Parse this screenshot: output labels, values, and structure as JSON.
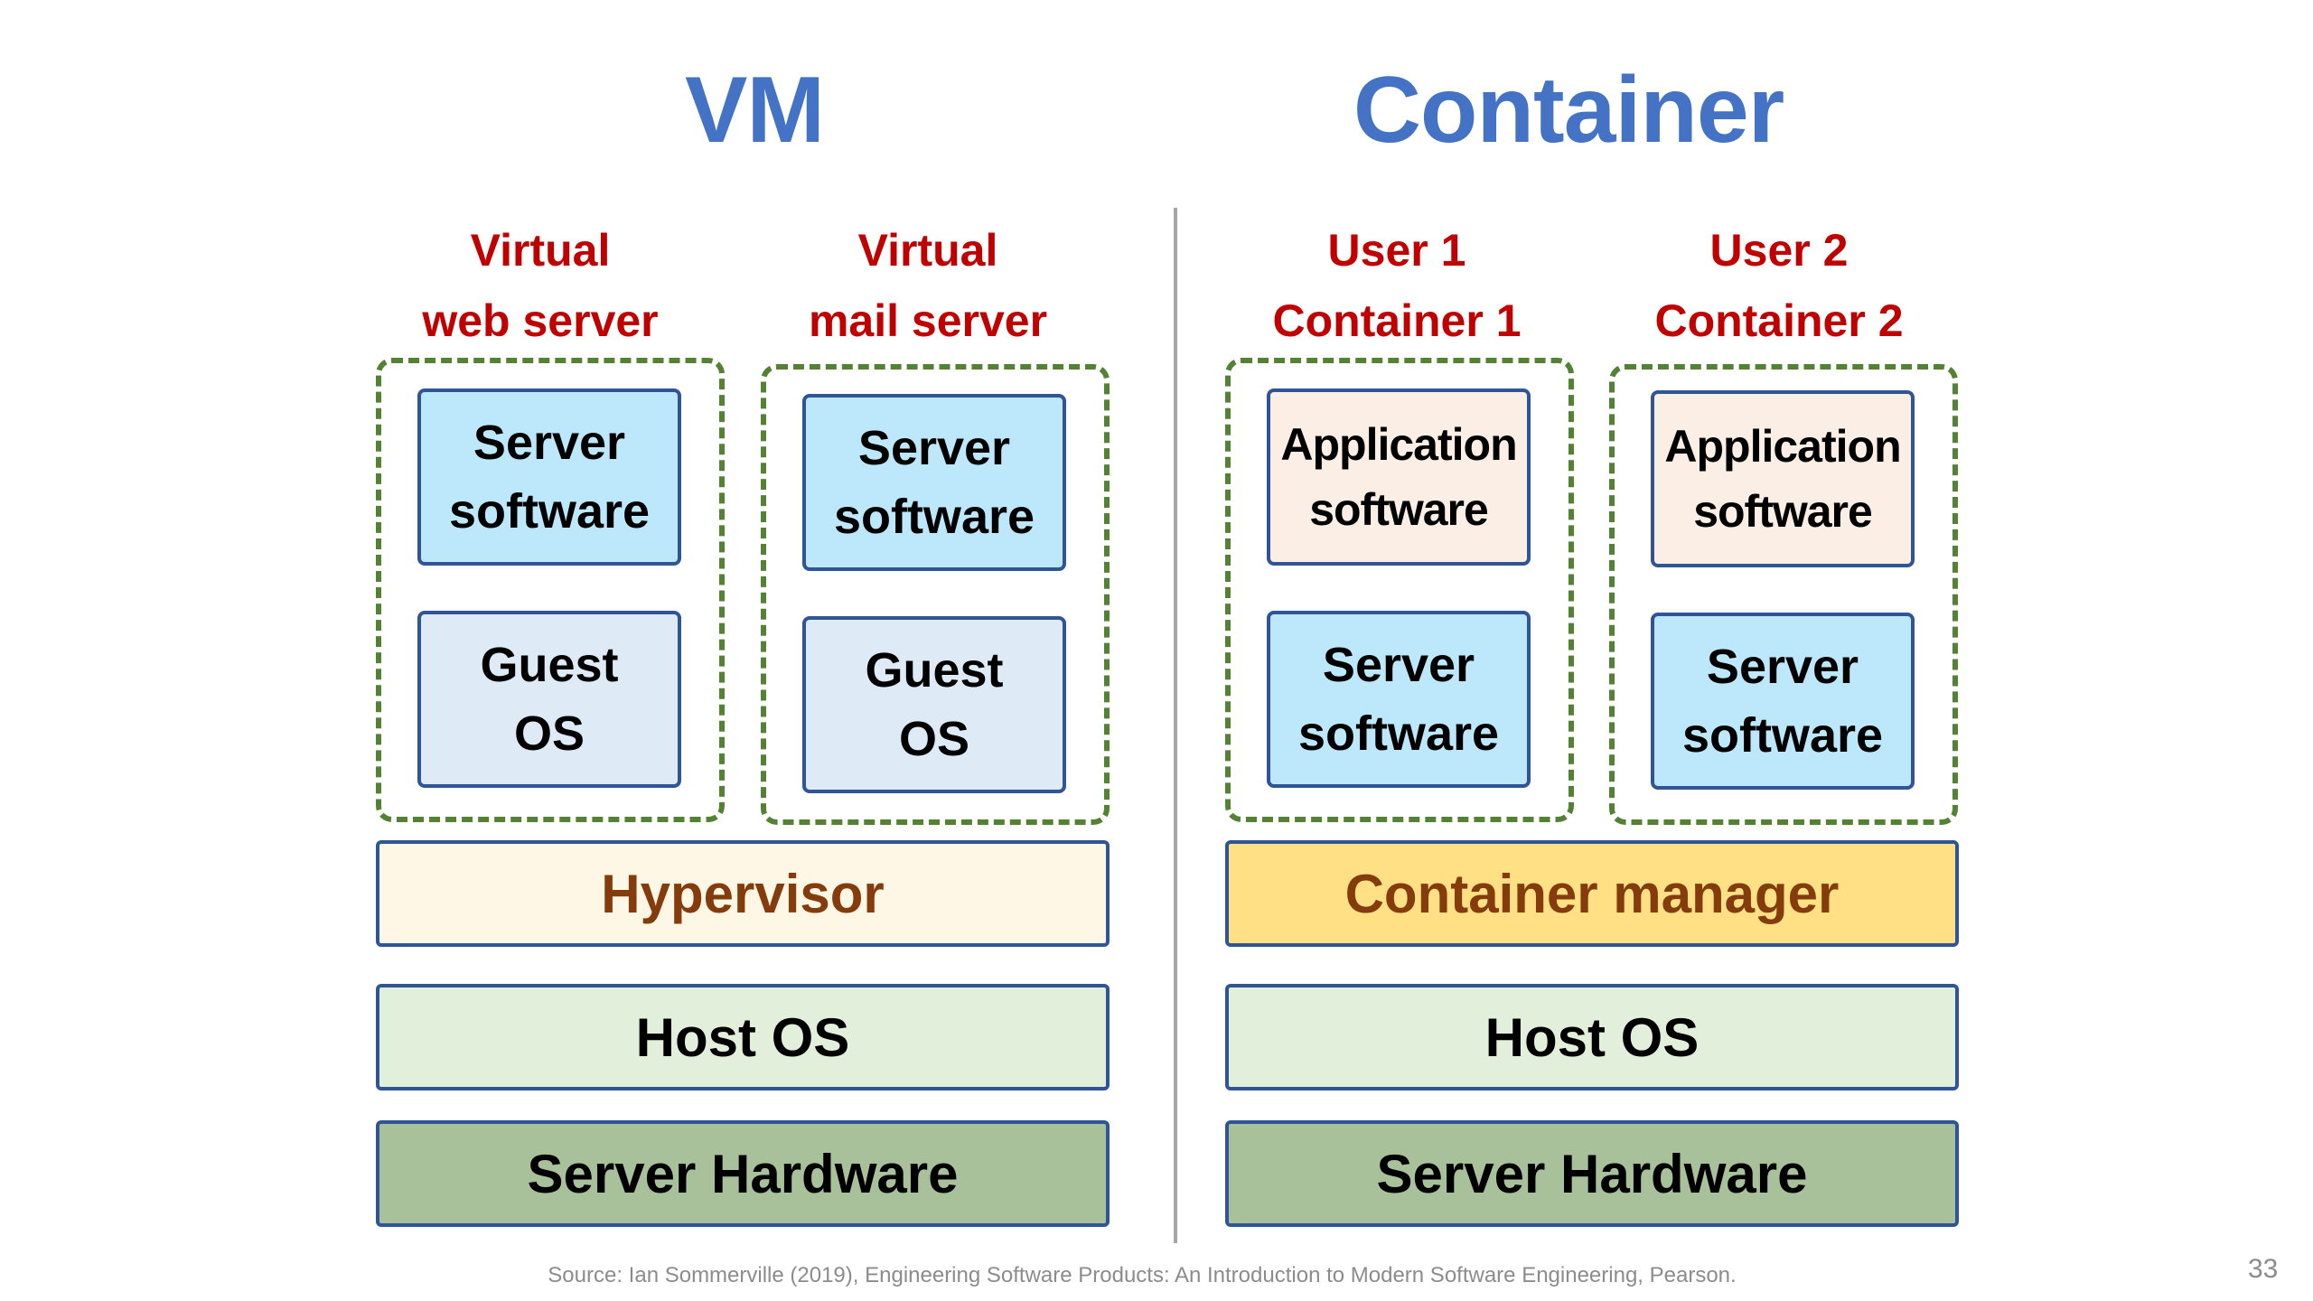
{
  "slide": {
    "page_number": "33",
    "source_note": "Source: Ian Sommerville (2019), Engineering Software Products:  An Introduction to Modern Software Engineering, Pearson."
  },
  "vm": {
    "title": "VM",
    "units": [
      {
        "label_line1": "Virtual",
        "label_line2": "web server",
        "top_box": [
          "Server",
          "software"
        ],
        "bottom_box": [
          "Guest",
          "OS"
        ]
      },
      {
        "label_line1": "Virtual",
        "label_line2": "mail server",
        "top_box": [
          "Server",
          "software"
        ],
        "bottom_box": [
          "Guest",
          "OS"
        ]
      }
    ],
    "layers": {
      "middleware": "Hypervisor",
      "host_os": "Host OS",
      "hardware": "Server Hardware"
    }
  },
  "container": {
    "title": "Container",
    "units": [
      {
        "label_line1": "User 1",
        "label_line2": "Container 1",
        "top_box": [
          "Application",
          "software"
        ],
        "bottom_box": [
          "Server",
          "software"
        ]
      },
      {
        "label_line1": "User 2",
        "label_line2": "Container 2",
        "top_box": [
          "Application",
          "software"
        ],
        "bottom_box": [
          "Server",
          "software"
        ]
      }
    ],
    "layers": {
      "middleware": "Container manager",
      "host_os": "Host OS",
      "hardware": "Server Hardware"
    }
  },
  "colors": {
    "title": "#4472C4",
    "label": "#C00000",
    "dashed_border": "#548235",
    "box_border": "#2F5597",
    "server_software_fill": "#BDE7FB",
    "guest_os_fill": "#DEEAF6",
    "application_fill": "#FBEEE4",
    "hypervisor_fill": "#FFF7E5",
    "container_manager_fill": "#FFE085",
    "middleware_text": "#843C0C",
    "host_os_fill": "#E2EFDA",
    "hardware_fill": "#A9C19A"
  }
}
